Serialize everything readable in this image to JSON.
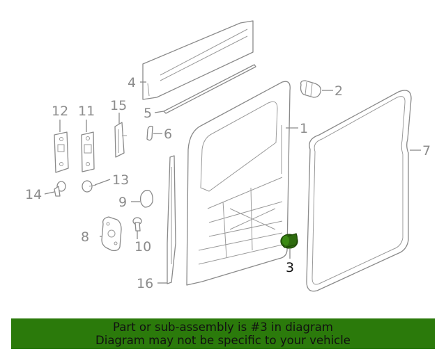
{
  "diagram": {
    "callouts": [
      "1",
      "2",
      "3",
      "4",
      "5",
      "6",
      "7",
      "8",
      "9",
      "10",
      "11",
      "12",
      "13",
      "14",
      "15",
      "16"
    ],
    "highlighted_part": "3",
    "highlight_color": "#2e6b0e"
  },
  "banner": {
    "line1": "Part or sub-assembly is #3 in diagram",
    "line2": "Diagram may not be specific to your vehicle",
    "background": "#2b7a0b"
  }
}
